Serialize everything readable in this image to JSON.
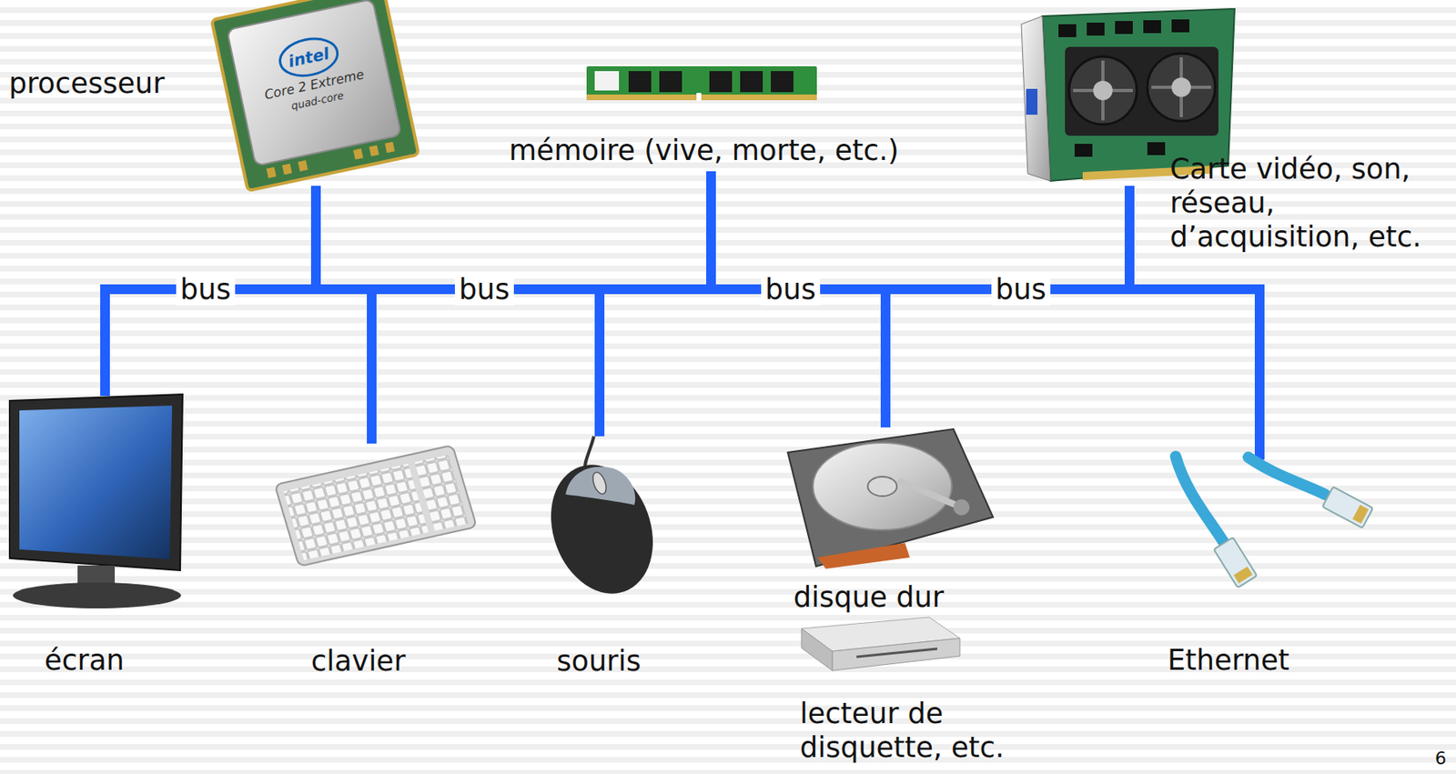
{
  "diagram": {
    "labels": [
      "processeur",
      "intel",
      "Core 2 Extreme",
      "quad-core",
      "mémoire (vive, morte, etc.)",
      "Carte vidéo, son, réseau, d’acquisition, etc.",
      "bus",
      "bus",
      "bus",
      "bus",
      "écran",
      "clavier",
      "souris",
      "disque dur",
      "lecteur de disquette, etc.",
      "Ethernet",
      "6"
    ]
  }
}
